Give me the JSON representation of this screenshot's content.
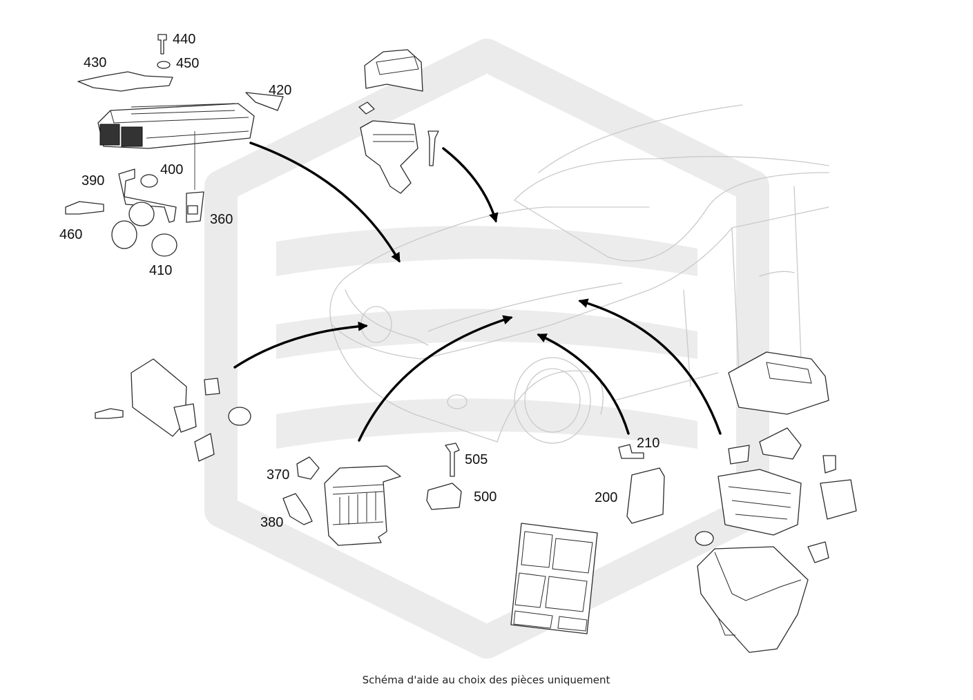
{
  "caption": "Schéma d'aide au choix des pièces uniquement",
  "labels": {
    "p440": "440",
    "p450": "450",
    "p430": "430",
    "p420": "420",
    "p400": "400",
    "p390": "390",
    "p360": "360",
    "p460": "460",
    "p410": "410",
    "p370": "370",
    "p380": "380",
    "p505": "505",
    "p500": "500",
    "p210": "210",
    "p200": "200"
  },
  "colors": {
    "watermark": "#e9e9e9",
    "arrow": "#000000",
    "car_outline": "#c9c9c9"
  }
}
